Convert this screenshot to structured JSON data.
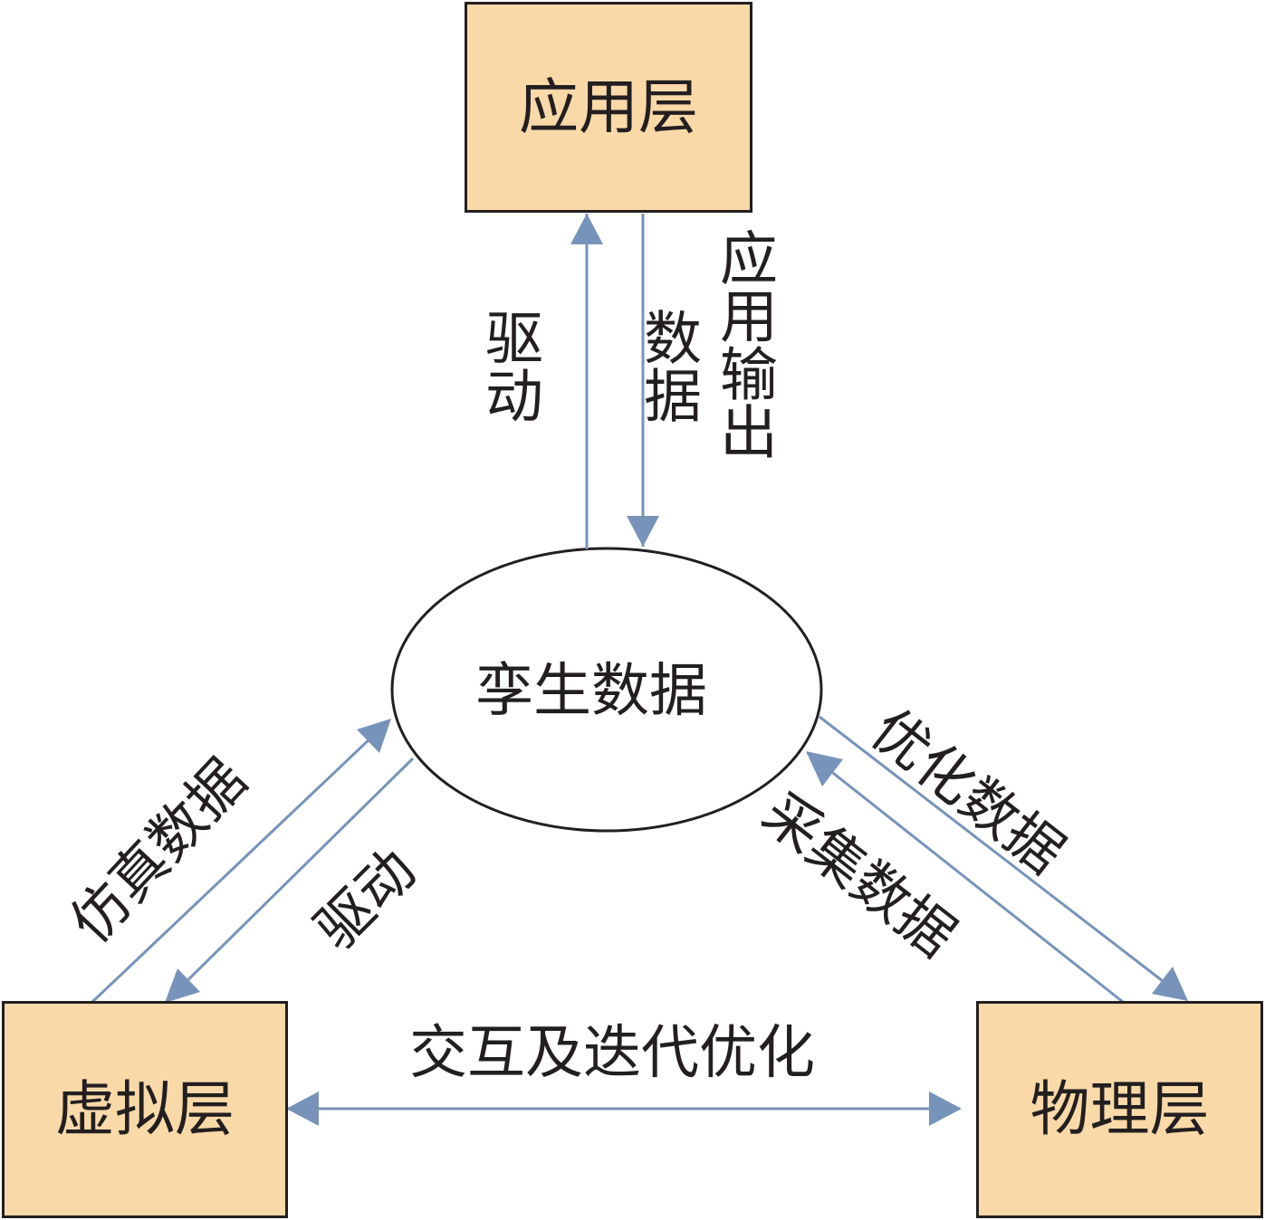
{
  "nodes": {
    "application_layer": "应用层",
    "twin_data": "孪生数据",
    "virtual_layer": "虚拟层",
    "physical_layer": "物理层"
  },
  "edges": {
    "twin_to_app_drive": "驱动",
    "app_to_twin_col1": "数据",
    "app_to_twin_col2": "应用输出",
    "virtual_to_twin": "仿真数据",
    "twin_to_virtual": "驱动",
    "twin_to_physical": "优化数据",
    "physical_to_twin": "采集数据",
    "virtual_physical": "交互及迭代优化"
  },
  "colors": {
    "box_fill": "#fad9a9",
    "arrow": "#7893b9",
    "outline": "#231f20"
  }
}
